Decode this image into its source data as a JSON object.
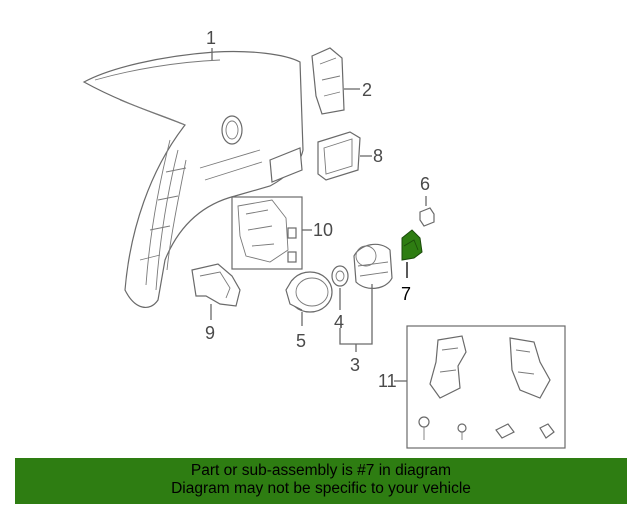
{
  "callouts": {
    "c1": "1",
    "c2": "2",
    "c3": "3",
    "c4": "4",
    "c5": "5",
    "c6": "6",
    "c7": "7",
    "c8": "8",
    "c9": "9",
    "c10": "10",
    "c11": "11"
  },
  "highlight_color": "#2e7d12",
  "banner": {
    "line1": "Part or sub-assembly is #7 in diagram",
    "line2": "Diagram may not be specific to your vehicle"
  }
}
